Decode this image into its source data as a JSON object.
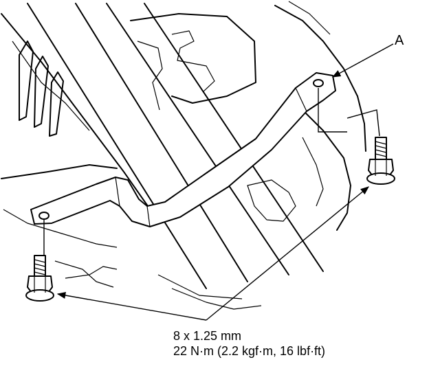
{
  "callout": {
    "label": "A"
  },
  "fastener_spec": {
    "size": "8 x 1.25 mm",
    "torque": "22 N·m (2.2 kgf·m, 16 lbf·ft)"
  },
  "colors": {
    "ink": "#000000",
    "paper": "#ffffff"
  }
}
